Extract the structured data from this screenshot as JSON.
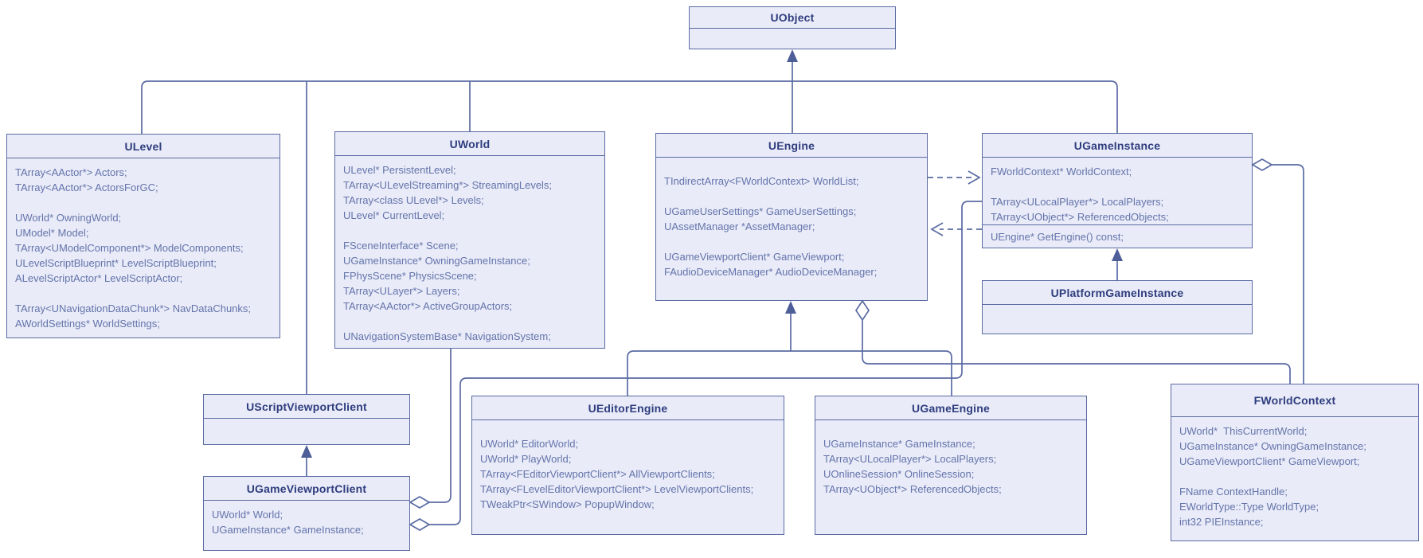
{
  "colors": {
    "line": "#5A6BA3",
    "box_fill": "#E9EBF8",
    "title_text": "#2E3D7E",
    "body_text": "#6474AB",
    "background": "#FFFFFF"
  },
  "classes": {
    "uobject": {
      "name": "UObject",
      "attributes": []
    },
    "ulevel": {
      "name": "ULevel",
      "attributes": [
        "TArray<AActor*> Actors;",
        "TArray<AActor*> ActorsForGC;",
        "",
        "UWorld* OwningWorld;",
        "UModel* Model;",
        "TArray<UModelComponent*> ModelComponents;",
        "ULevelScriptBlueprint* LevelScriptBlueprint;",
        "ALevelScriptActor* LevelScriptActor;",
        "",
        "TArray<UNavigationDataChunk*> NavDataChunks;",
        "AWorldSettings* WorldSettings;"
      ]
    },
    "uworld": {
      "name": "UWorld",
      "attributes": [
        "ULevel* PersistentLevel;",
        "TArray<ULevelStreaming*> StreamingLevels;",
        "TArray<class ULevel*> Levels;",
        "ULevel* CurrentLevel;",
        "",
        "FSceneInterface* Scene;",
        "UGameInstance* OwningGameInstance;",
        "FPhysScene* PhysicsScene;",
        "TArray<ULayer*> Layers;",
        "TArray<AActor*> ActiveGroupActors;",
        "",
        "UNavigationSystemBase* NavigationSystem;"
      ]
    },
    "uengine": {
      "name": "UEngine",
      "attributes": [
        "TIndirectArray<FWorldContext> WorldList;",
        "",
        "UGameUserSettings* GameUserSettings;",
        "UAssetManager *AssetManager;",
        "",
        "UGameViewportClient* GameViewport;",
        "FAudioDeviceManager* AudioDeviceManager;"
      ]
    },
    "ugameinstance": {
      "name": "UGameInstance",
      "attributes": [
        "FWorldContext* WorldContext;",
        "",
        "TArray<ULocalPlayer*> LocalPlayers;",
        "TArray<UObject*> ReferencedObjects;"
      ],
      "methods": [
        "UEngine* GetEngine() const;"
      ]
    },
    "uplatformgameinstance": {
      "name": "UPlatformGameInstance",
      "attributes": []
    },
    "uscriptviewportclient": {
      "name": "UScriptViewportClient",
      "attributes": []
    },
    "ugameviewportclient": {
      "name": "UGameViewportClient",
      "attributes": [
        "UWorld* World;",
        "UGameInstance* GameInstance;"
      ]
    },
    "ueditorengine": {
      "name": "UEditorEngine",
      "attributes": [
        "UWorld* EditorWorld;",
        "UWorld* PlayWorld;",
        "TArray<FEditorViewportClient*> AllViewportClients;",
        "TArray<FLevelEditorViewportClient*> LevelViewportClients;",
        "TWeakPtr<SWindow> PopupWindow;"
      ]
    },
    "ugameengine": {
      "name": "UGameEngine",
      "attributes": [
        "UGameInstance* GameInstance;",
        "TArray<ULocalPlayer*> LocalPlayers;",
        "UOnlineSession* OnlineSession;",
        "TArray<UObject*> ReferencedObjects;"
      ]
    },
    "fworldcontext": {
      "name": "FWorldContext",
      "attributes": [
        "UWorld*  ThisCurrentWorld;",
        "UGameInstance* OwningGameInstance;",
        "UGameViewportClient* GameViewport;",
        "",
        "FName ContextHandle;",
        "EWorldType::Type WorldType;",
        "int32 PIEInstance;"
      ]
    }
  },
  "relationships": [
    {
      "from": "ULevel",
      "to": "UObject",
      "type": "inheritance"
    },
    {
      "from": "UWorld",
      "to": "UObject",
      "type": "inheritance"
    },
    {
      "from": "UEngine",
      "to": "UObject",
      "type": "inheritance"
    },
    {
      "from": "UGameInstance",
      "to": "UObject",
      "type": "inheritance"
    },
    {
      "from": "UScriptViewportClient",
      "to": "UObject",
      "type": "inheritance"
    },
    {
      "from": "UGameViewportClient",
      "to": "UScriptViewportClient",
      "type": "inheritance"
    },
    {
      "from": "UEditorEngine",
      "to": "UEngine",
      "type": "inheritance"
    },
    {
      "from": "UGameEngine",
      "to": "UEngine",
      "type": "inheritance"
    },
    {
      "from": "UPlatformGameInstance",
      "to": "UGameInstance",
      "type": "inheritance"
    },
    {
      "from": "UEngine",
      "to": "UGameInstance",
      "type": "dependency-dashed"
    },
    {
      "from": "UGameInstance",
      "to": "UEngine",
      "type": "dependency-dashed"
    },
    {
      "from": "UEngine",
      "to": "FWorldContext",
      "type": "aggregation"
    },
    {
      "from": "UGameInstance",
      "to": "FWorldContext",
      "type": "aggregation"
    },
    {
      "from": "UGameViewportClient",
      "to": "UWorld",
      "type": "aggregation"
    },
    {
      "from": "UGameViewportClient",
      "to": "UGameInstance",
      "type": "aggregation"
    }
  ]
}
